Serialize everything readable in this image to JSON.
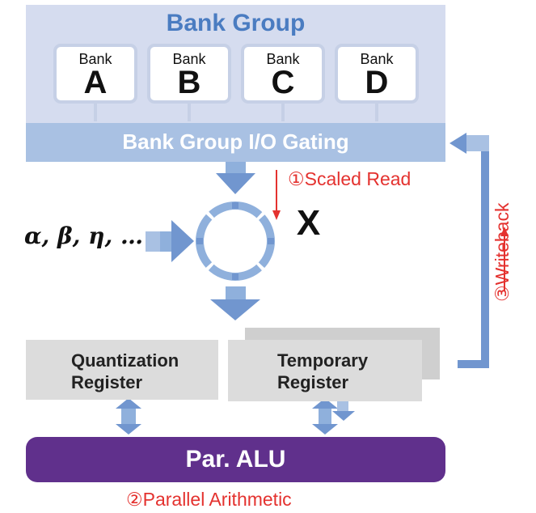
{
  "bank_group": {
    "title": "Bank Group",
    "banks": [
      {
        "word": "Bank",
        "letter": "A"
      },
      {
        "word": "Bank",
        "letter": "B"
      },
      {
        "word": "Bank",
        "letter": "C"
      },
      {
        "word": "Bank",
        "letter": "D"
      }
    ],
    "io_gating": "Bank Group I/O Gating"
  },
  "multiplier": {
    "symbol": "X"
  },
  "scale_factors": "α, β, η, …",
  "steps": {
    "scaled_read": "①Scaled Read",
    "parallel_arithmetic": "②Parallel Arithmetic",
    "writeback": "③Writeback"
  },
  "registers": {
    "quantization": [
      "Quantization",
      "Register"
    ],
    "temporary": [
      "Temporary",
      "Register"
    ]
  },
  "alu": {
    "label": "Par. ALU"
  },
  "colors": {
    "panel": "#d5dcef",
    "gating": "#a9c1e3",
    "bank_title": "#4a7cc1",
    "arrow_blue": "#7196cf",
    "step_red": "#e4322f",
    "register_gray": "#dcdcdc",
    "alu_purple": "#60308c"
  }
}
